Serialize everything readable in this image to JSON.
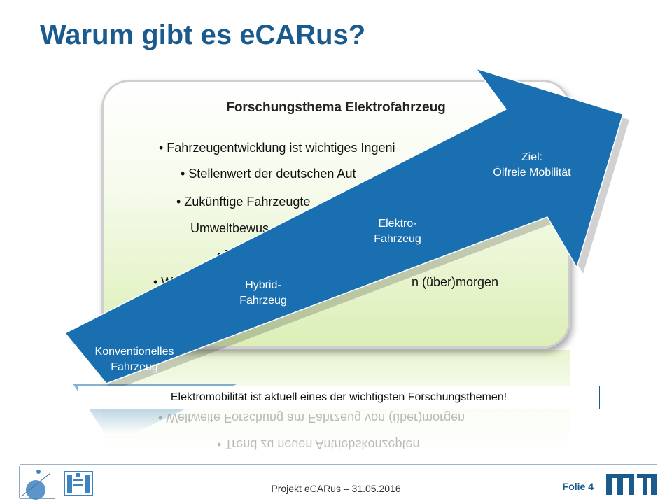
{
  "slide": {
    "title": "Warum gibt es eCARus?",
    "box_title": "Forschungsthema  Elektrofahrzeug",
    "bullets": [
      "• Fahrzeugentwicklung ist wichtiges Ingeni",
      "• Stellenwert der deutschen Aut",
      "• Zukünftige Fahrzeugte",
      "Umweltbewus",
      "• T",
      "• W",
      "n (über)morgen"
    ],
    "reflection": {
      "line1": "• Weltweite Forschung am Fahrzeug von (über)morgen",
      "line2": "• Trend zu neuen Antriebskonzepten"
    },
    "arrow": {
      "color": "#1a6fb0",
      "stages": [
        {
          "line1": "Konventionelles",
          "line2": "Fahrzeug"
        },
        {
          "line1": "Hybrid-",
          "line2": "Fahrzeug"
        },
        {
          "line1": "Elektro-",
          "line2": "Fahrzeug"
        },
        {
          "line1": "Ziel:",
          "line2": "Ölfreie Mobilität"
        }
      ]
    },
    "callout": "Elektromobilität ist aktuell eines der wichtigsten Forschungsthemen!",
    "footer": {
      "text": "Projekt eCARus – 31.05.2016",
      "slide_number": "Folie 4"
    },
    "logos": [
      "institute-logo-icon",
      "building-logo-icon",
      "tum-logo-icon"
    ],
    "accent_color": "#1a5a8c"
  }
}
